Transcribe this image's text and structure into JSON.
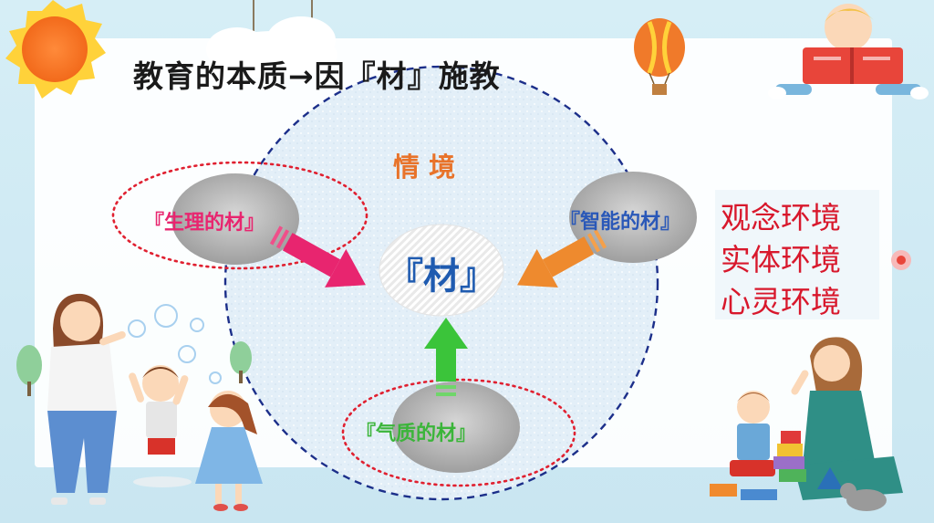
{
  "slide": {
    "title": "教育的本质→因『材』施教",
    "center_label": "『材』",
    "context_label": "情 境",
    "nodes": {
      "physiological": "『生理的材』",
      "intelligence": "『智能的材』",
      "temperament": "『气质的材』"
    },
    "environments": [
      "观念环境",
      "实体环境",
      "心灵环境"
    ]
  },
  "colors": {
    "title": "#1a1a1a",
    "context": "#e8732a",
    "center": "#1f5bb0",
    "physiological": "#e8256f",
    "intelligence": "#2a58b8",
    "temperament": "#3bb53a",
    "environments": "#d8182c",
    "dashed_circle": "#1c2f8a",
    "dotted_ellipse": "#e02030"
  }
}
